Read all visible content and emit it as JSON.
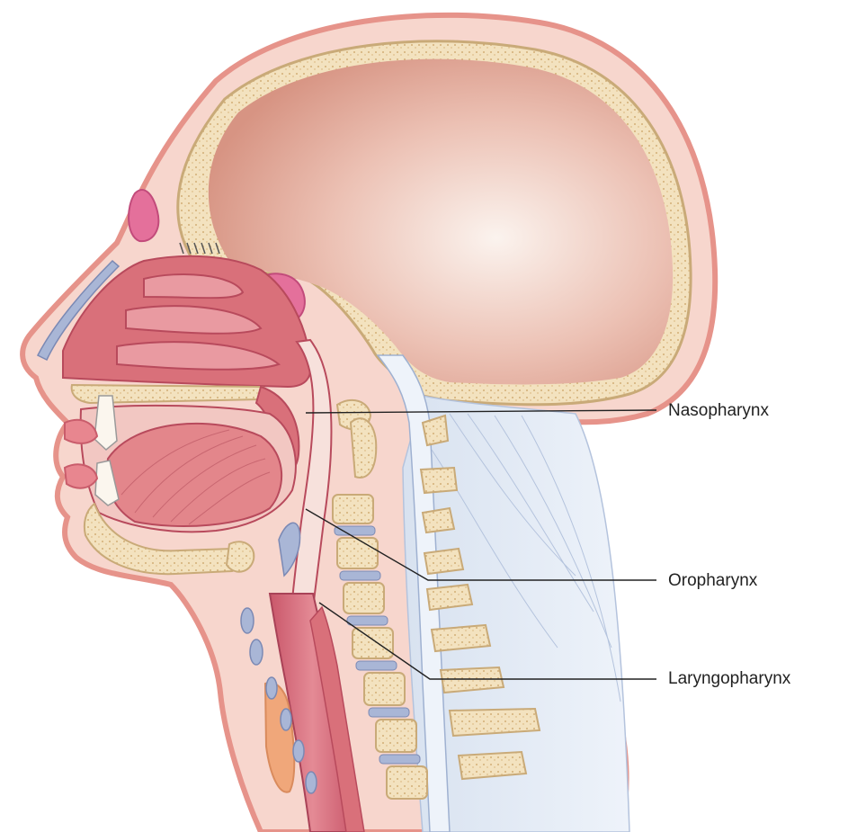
{
  "labels": {
    "nasopharynx": "Nasopharynx",
    "oropharynx": "Oropharynx",
    "laryngopharynx": "Laryngopharynx"
  },
  "colors": {
    "skin": "#f1b9ae",
    "skin_edge": "#e6938a",
    "bone": "#f3e2bf",
    "bone_edge": "#c9aa78",
    "brain_light": "#faefe9",
    "brain_dark": "#d99a8c",
    "mucosa": "#d9707a",
    "mucosa_dark": "#b84a5c",
    "tongue": "#e3868b",
    "ligament": "#c9d6ea",
    "cartilage": "#a9b6d6",
    "leader_line": "#222222"
  }
}
